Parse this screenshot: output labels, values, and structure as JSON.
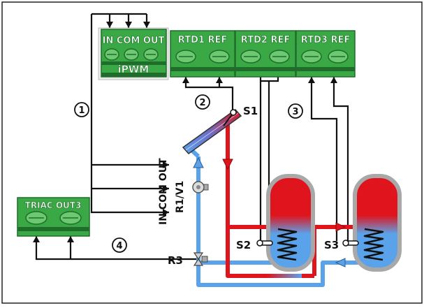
{
  "colors": {
    "terminal_green": "#3aa845",
    "terminal_dark": "#1f6d2a",
    "terminal_light": "#6cc971",
    "hot_red": "#e0141c",
    "cold_blue": "#5aa3ea",
    "wire_black": "#111111",
    "tank_shell": "#a8a8a8"
  },
  "terminals": {
    "ipwm": {
      "pins": "IN COM OUT",
      "name": "iPWM"
    },
    "rtd1": {
      "label": "RTD1 REF"
    },
    "rtd2": {
      "label": "RTD2 REF"
    },
    "rtd3": {
      "label": "RTD3 REF"
    },
    "triac": {
      "label": "TRIAC OUT3"
    }
  },
  "connections": {
    "c1": "1",
    "c2": "2",
    "c3": "3",
    "c4": "4"
  },
  "sensors": {
    "s1": "S1",
    "s2": "S2",
    "s3": "S3"
  },
  "labels": {
    "in_com_out": "IN COM OUT",
    "r1_v1": "R1/V1",
    "r3": "R3"
  }
}
